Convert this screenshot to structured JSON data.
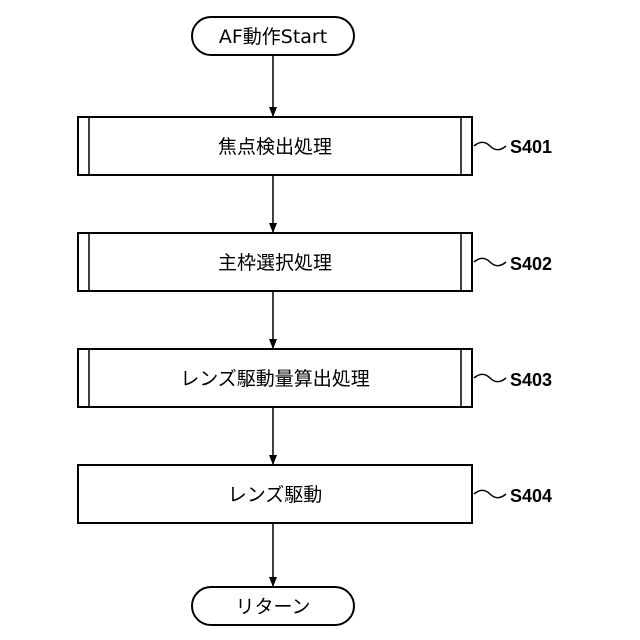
{
  "diagram": {
    "start": {
      "label": "AF動作Start"
    },
    "steps": [
      {
        "label": "焦点検出処理",
        "id": "S401",
        "subroutine": true
      },
      {
        "label": "主枠選択処理",
        "id": "S402",
        "subroutine": true
      },
      {
        "label": "レンズ駆動量算出処理",
        "id": "S403",
        "subroutine": true
      },
      {
        "label": "レンズ駆動",
        "id": "S404",
        "subroutine": false
      }
    ],
    "end": {
      "label": "リターン"
    }
  }
}
